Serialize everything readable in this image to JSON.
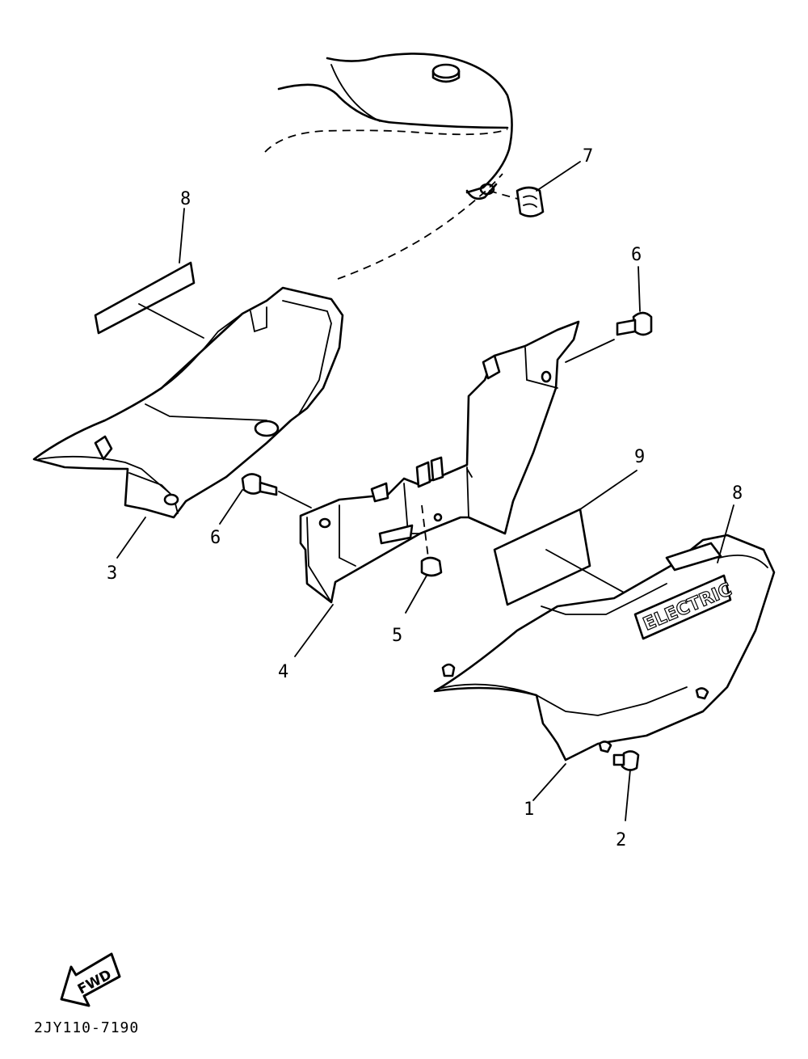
{
  "diagram": {
    "callouts": [
      "1",
      "2",
      "3",
      "4",
      "5",
      "6",
      "6",
      "7",
      "8",
      "8",
      "9"
    ],
    "emblem_text": "ELECTRIC",
    "direction_label": "FWD",
    "drawing_code": "2JY110-7190"
  }
}
